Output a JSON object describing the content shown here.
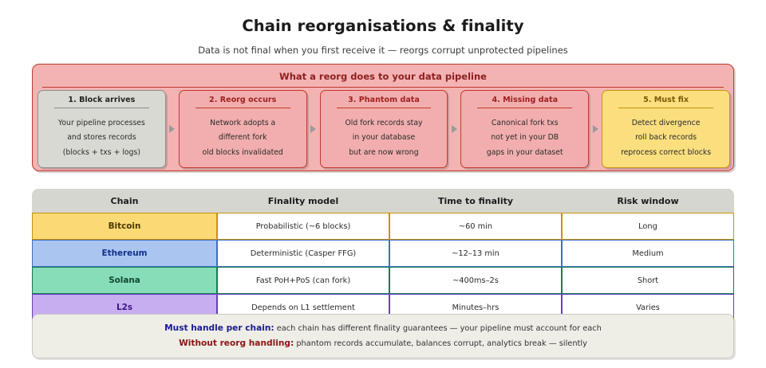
{
  "header": {
    "title": "Chain reorganisations & finality",
    "subtitle": "Data is not final when you first receive it — reorgs corrupt unprotected pipelines"
  },
  "pipeline": {
    "panel_title": "What a reorg does to your data pipeline",
    "arrow_icon": "arrow-right-icon",
    "steps": [
      {
        "heading": "1. Block arrives",
        "lines": [
          "Your pipeline processes",
          "and stores records",
          "(blocks + txs + logs)"
        ],
        "style": "grey",
        "fill": "#d9d9d4",
        "border": "#8e8e8e"
      },
      {
        "heading": "2. Reorg occurs",
        "lines": [
          "Network adopts a",
          "different fork",
          "old blocks invalidated"
        ],
        "style": "red",
        "fill": "#f2aeae",
        "border": "#c0392b"
      },
      {
        "heading": "3. Phantom data",
        "lines": [
          "Old fork records stay",
          "in your database",
          "but are now wrong"
        ],
        "style": "red",
        "fill": "#f2aeae",
        "border": "#c0392b"
      },
      {
        "heading": "4. Missing data",
        "lines": [
          "Canonical fork txs",
          "not yet in your DB",
          "gaps in your dataset"
        ],
        "style": "red",
        "fill": "#f2aeae",
        "border": "#c0392b"
      },
      {
        "heading": "5. Must fix",
        "lines": [
          "Detect divergence",
          "roll back records",
          "reprocess correct blocks"
        ],
        "style": "yellow",
        "fill": "#fbdf7e",
        "border": "#c8920c"
      }
    ]
  },
  "table": {
    "columns": [
      "Chain",
      "Finality model",
      "Time to finality",
      "Risk window"
    ],
    "rows": [
      {
        "chain": "Bitcoin",
        "model": "Probabilistic (~6 blocks)",
        "time": "~60 min",
        "risk": "Long",
        "fill": "#fbd974",
        "border": "#c8920c",
        "text": "#4a3a05"
      },
      {
        "chain": "Ethereum",
        "model": "Deterministic (Casper FFG)",
        "time": "~12–13 min",
        "risk": "Medium",
        "fill": "#aac6f0",
        "border": "#3f6fc4",
        "text": "#13318a"
      },
      {
        "chain": "Solana",
        "model": "Fast PoH+PoS (can fork)",
        "time": "~400ms–2s",
        "risk": "Short",
        "fill": "#87ddb8",
        "border": "#1a7a52",
        "text": "#0d4a32"
      },
      {
        "chain": "L2s",
        "model": "Depends on L1 settlement",
        "time": "Minutes–hrs",
        "risk": "Varies",
        "fill": "#c7aef0",
        "border": "#6b3fc4",
        "text": "#3d1484"
      }
    ]
  },
  "footer": {
    "line1_label": "Must handle per chain:",
    "line1_text": "each chain has different finality guarantees — your pipeline must account for each",
    "line2_label": "Without reorg handling:",
    "line2_text": "phantom records accumulate, balances corrupt, analytics break — silently"
  }
}
